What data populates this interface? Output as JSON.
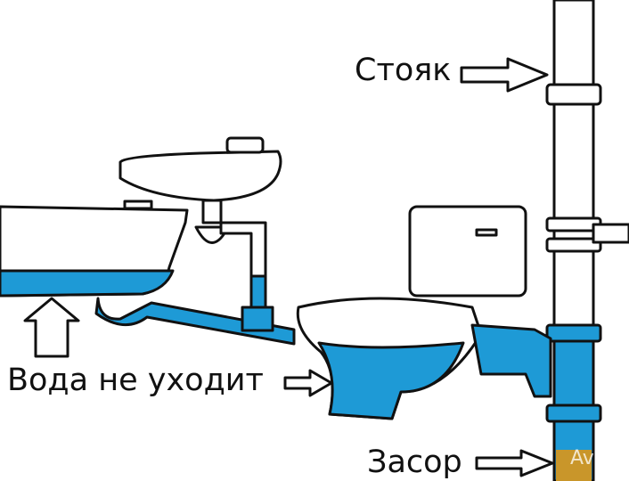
{
  "labels": {
    "riser": "Стояк",
    "water_not_draining": "Вода не уходит",
    "clog": "Засор"
  },
  "watermark": "Avito",
  "colors": {
    "water": "#1e9ad6",
    "clog": "#c9962a",
    "outline": "#111111"
  }
}
